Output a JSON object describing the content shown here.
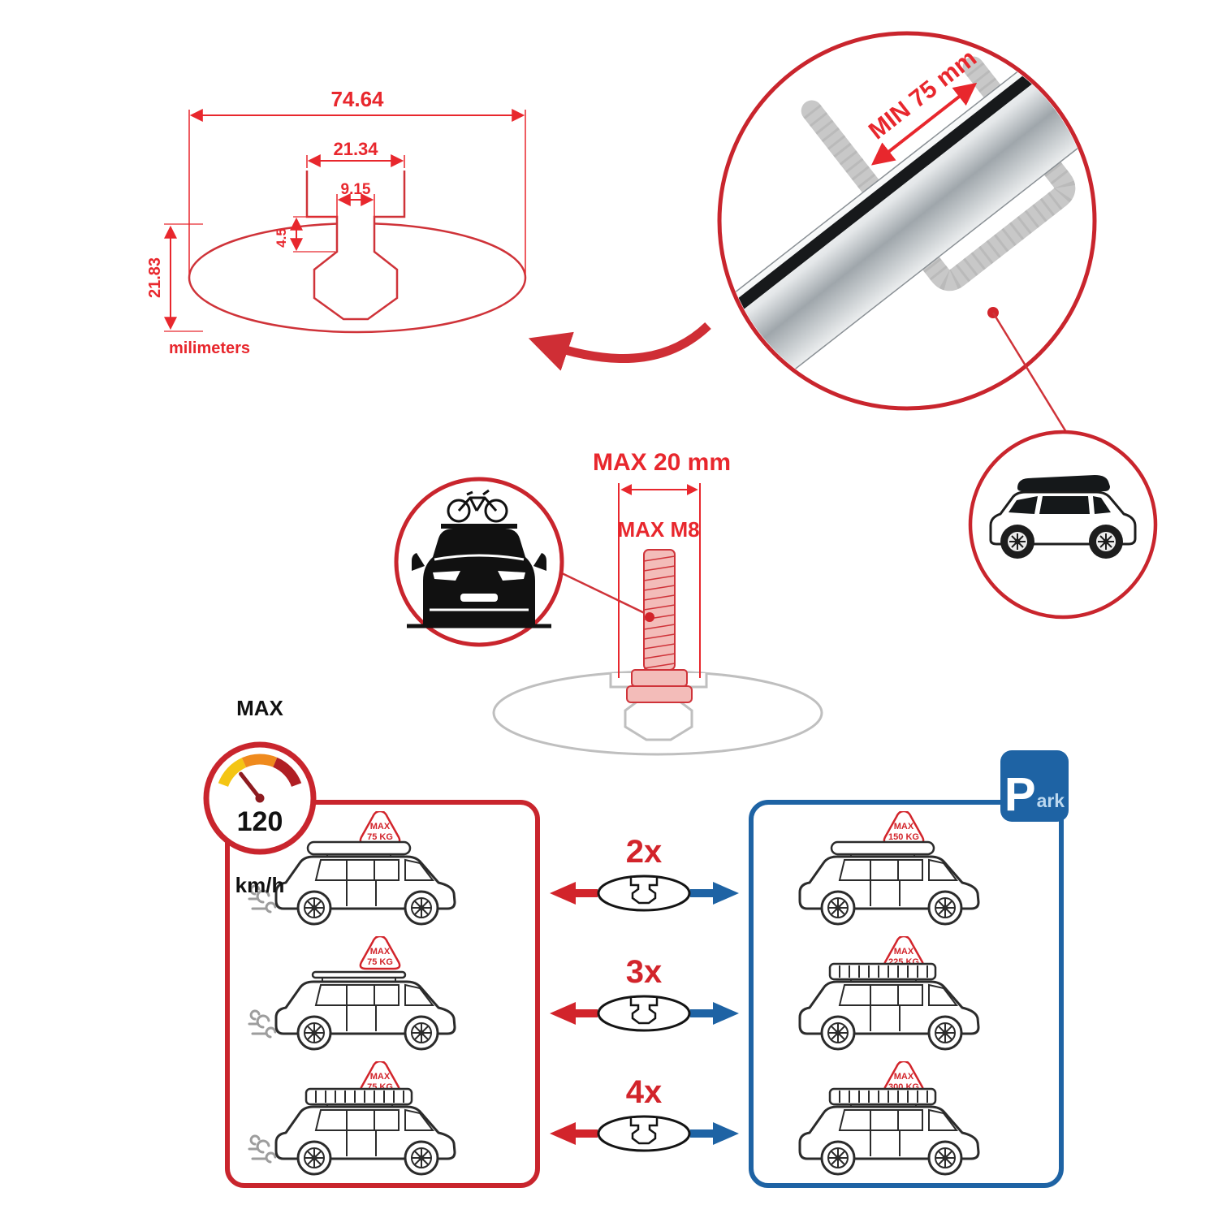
{
  "colors": {
    "red": "#c9252d",
    "bright_red": "#e8272d",
    "blue": "#1e63a4",
    "black": "#1a1a1a",
    "gray": "#bfbfbf"
  },
  "cross_section": {
    "overall_width": "74.64",
    "channel_width": "21.34",
    "slot_width": "9.15",
    "slot_depth": "4.5",
    "overall_height": "21.83",
    "unit_label": "milimeters"
  },
  "bar_detail": {
    "min_span": "MIN 75 mm"
  },
  "bolt": {
    "max_length": "MAX 20 mm",
    "max_thread": "MAX M8"
  },
  "speed": {
    "label": "MAX",
    "value": "120",
    "unit": "km/h"
  },
  "park": {
    "initial": "P",
    "rest": "ark"
  },
  "multipliers": [
    "2x",
    "3x",
    "4x"
  ],
  "driving_cars": [
    {
      "line1": "MAX",
      "line2": "75 KG"
    },
    {
      "line1": "MAX",
      "line2": "75 KG"
    },
    {
      "line1": "MAX",
      "line2": "75 KG"
    }
  ],
  "parked_cars": [
    {
      "line1": "MAX",
      "line2": "150 KG"
    },
    {
      "line1": "MAX",
      "line2": "225 KG"
    },
    {
      "line1": "MAX",
      "line2": "300 KG"
    }
  ]
}
